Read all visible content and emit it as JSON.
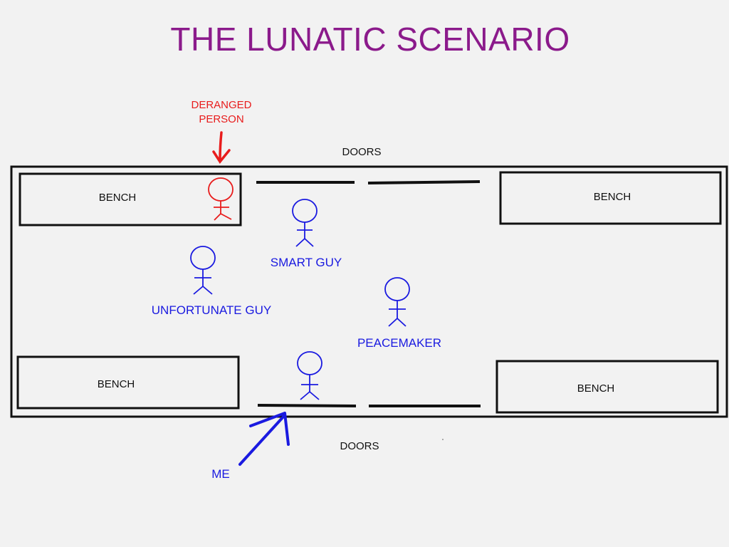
{
  "title": "THE LUNATIC SCENARIO",
  "labels": {
    "doors_top": "DOORS",
    "doors_bottom": "DOORS",
    "bench_top_left": "BENCH",
    "bench_top_right": "BENCH",
    "bench_bottom_left": "BENCH",
    "bench_bottom_right": "BENCH",
    "deranged_line1": "DERANGED",
    "deranged_line2": "PERSON",
    "smart_guy": "SMART GUY",
    "unfortunate_guy": "UNFORTUNATE GUY",
    "peacemaker": "PEACEMAKER",
    "me": "ME"
  },
  "colors": {
    "title": "#8b1a8b",
    "outline": "#111111",
    "person": "#1a1ae0",
    "deranged": "#e81c1c",
    "background": "#f2f2f2"
  }
}
